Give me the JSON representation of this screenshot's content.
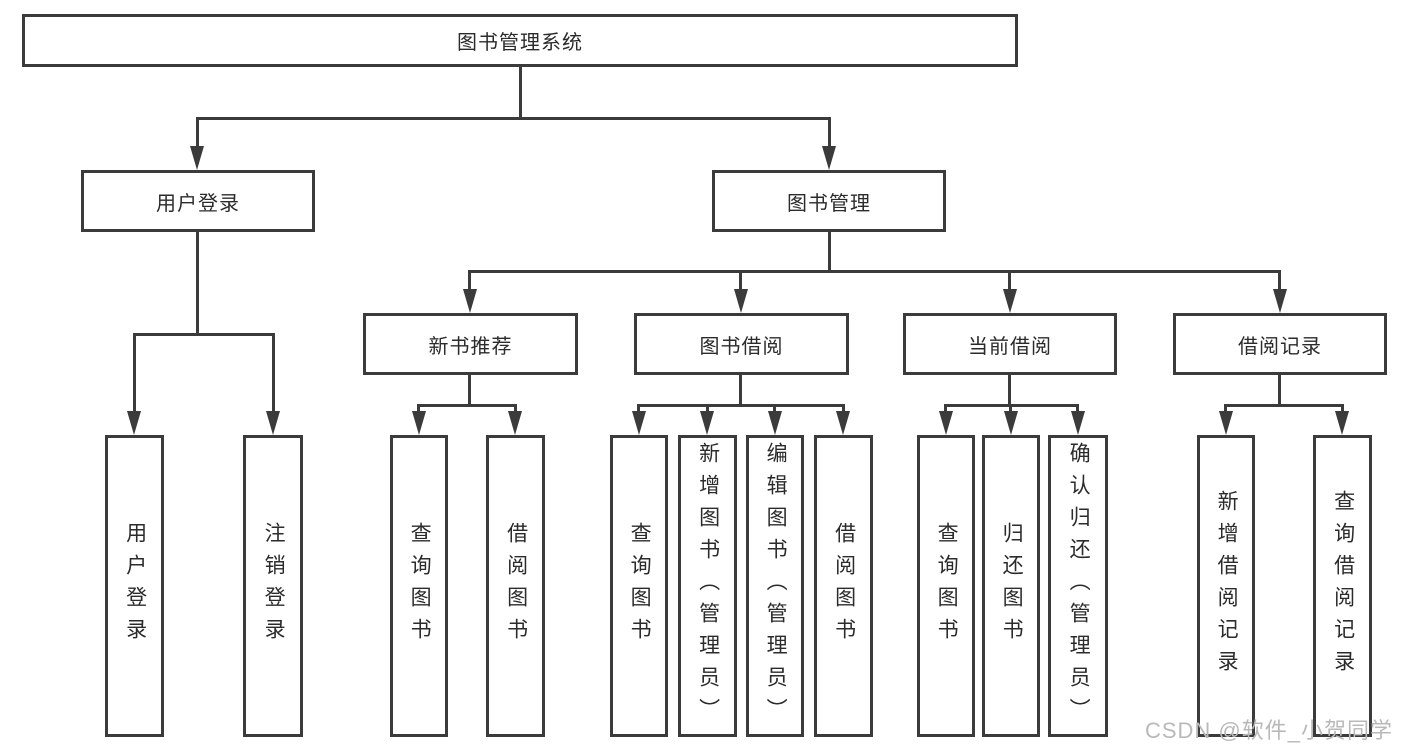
{
  "tree": {
    "root": "图书管理系统",
    "branches": [
      {
        "label": "用户登录",
        "children": [
          "用户登录",
          "注销登录"
        ]
      },
      {
        "label": "图书管理",
        "children": [
          {
            "label": "新书推荐",
            "children": [
              "查询图书",
              "借阅图书"
            ]
          },
          {
            "label": "图书借阅",
            "children": [
              "查询图书",
              "新增图书（管理员）",
              "编辑图书（管理员）",
              "借阅图书"
            ]
          },
          {
            "label": "当前借阅",
            "children": [
              "查询图书",
              "归还图书",
              "确认归还（管理员）"
            ]
          },
          {
            "label": "借阅记录",
            "children": [
              "新增借阅记录",
              "查询借阅记录"
            ]
          }
        ]
      }
    ]
  },
  "watermark": {
    "text": "CSDN @软件_小贺同学",
    "color": "#b9b9b9"
  },
  "colors": {
    "line": "#3b3b3b",
    "text": "#2b2b2b",
    "background": "#ffffff"
  }
}
